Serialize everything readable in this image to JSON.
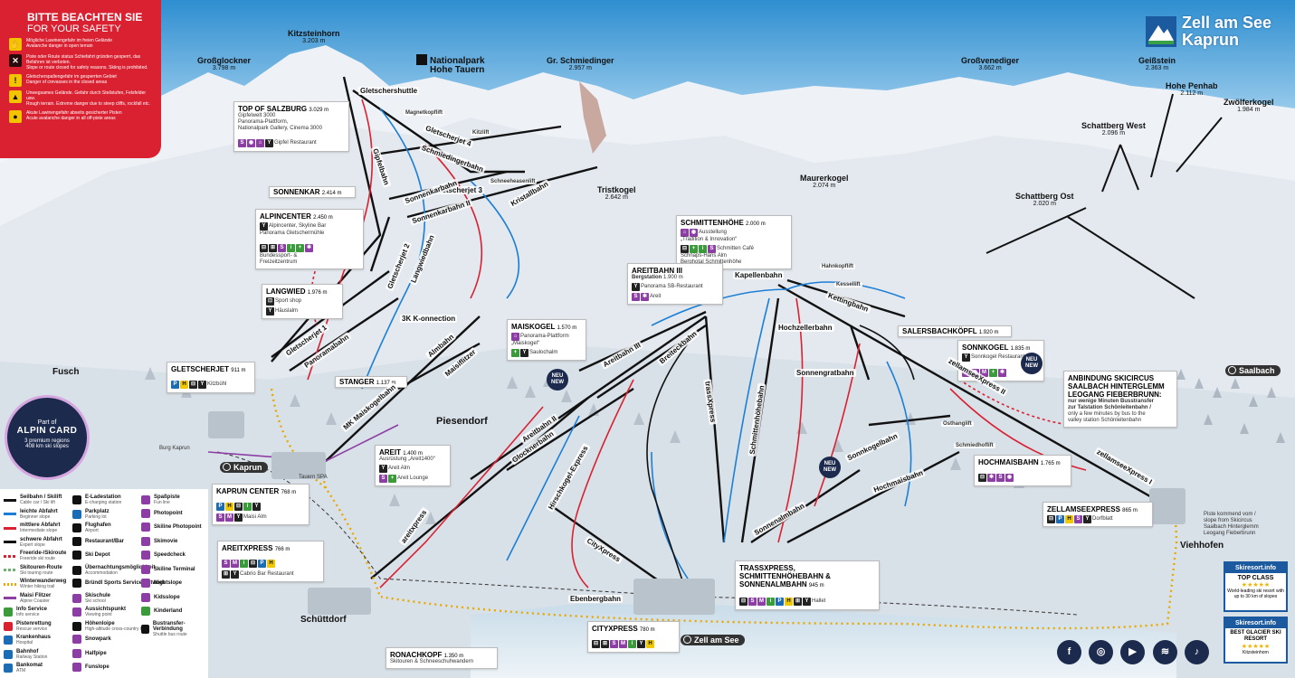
{
  "safety": {
    "title": "BITTE BEACHTEN SIE",
    "subtitle": "FOR YOUR SAFETY",
    "items": [
      {
        "icon": "avalanche-hand-icon",
        "de": "Mögliche Lawinengefahr im freien Gelände",
        "en": "Avalanche danger in open terrain"
      },
      {
        "icon": "closed-piste-icon",
        "de": "Piste oder Route status Schiefahrt gründen gesperrt, das Befahren ist verboten.",
        "en": "Slope or route closed for safety reasons. Skiing is prohibited."
      },
      {
        "icon": "crevasse-warning-icon",
        "de": "Gletscherspaltengefahr im gesperrten Gebiet",
        "en": "Danger of crevasses in the closed areas"
      },
      {
        "icon": "rough-terrain-warning-icon",
        "de": "Unwegsames Gelände. Gefahr durch Steilstufen, Felsfelder usw.",
        "en": "Rough terrain. Extreme danger due to steep cliffs, rockfall etc."
      },
      {
        "icon": "avalanche-alert-icon",
        "de": "Akute Lawinengefahr abseits gesicherter Pisten",
        "en": "Acute avalanche danger in all off-piste areas"
      }
    ]
  },
  "logo": {
    "line1": "Zell am See",
    "line2": "Kaprun"
  },
  "peaks": [
    {
      "name": "Kitzsteinhorn",
      "elev": "3.203 m"
    },
    {
      "name": "Großglockner",
      "elev": "3.798 m"
    },
    {
      "name": "Gr. Schmiedinger",
      "elev": "2.957 m"
    },
    {
      "name": "Großvenediger",
      "elev": "3.662 m"
    },
    {
      "name": "Geißstein",
      "elev": "2.363 m"
    },
    {
      "name": "Hohe Penhab",
      "elev": "2.112 m"
    },
    {
      "name": "Zwölferkogel",
      "elev": "1.984 m"
    },
    {
      "name": "Schattberg West",
      "elev": "2.096 m"
    },
    {
      "name": "Schattberg Ost",
      "elev": "2.020 m"
    },
    {
      "name": "Maurerkogel",
      "elev": "2.074 m"
    },
    {
      "name": "Tristkogel",
      "elev": "2.642 m"
    }
  ],
  "national_park": {
    "line1": "Nationalpark",
    "line2": "Hohe Tauern"
  },
  "boxes": {
    "top_of_salzburg": {
      "title": "TOP OF SALZBURG",
      "elev": "3.029 m",
      "lines": [
        "Gipfelwelt 3000",
        "Panorama-Plattform,",
        "Nationalpark Gallery, Cinema 3000",
        "Gipfel Restaurant"
      ]
    },
    "sonnenkar": {
      "title": "SONNENKAR",
      "elev": "2.414 m"
    },
    "alpincenter": {
      "title": "ALPINCENTER",
      "elev": "2.450 m",
      "lines": [
        "Alpincenter, Skyline Bar",
        "Panorama Gletschermühle",
        "Bundessport- &",
        "Freizeitzentrum"
      ]
    },
    "langwied": {
      "title": "LANGWIED",
      "elev": "1.976 m",
      "lines": [
        "Sport shop",
        "Häuslalm"
      ]
    },
    "gletscherjet": {
      "title": "GLETSCHERJET",
      "elev": "911 m",
      "lines": [
        "Kitzbühl"
      ]
    },
    "stanger": {
      "title": "STANGER",
      "elev": "1.137 m"
    },
    "maiskogel": {
      "title": "MAISKOGEL",
      "elev": "1.570 m",
      "lines": [
        "Panorama-Plattform",
        "„Maiskogel“",
        "Saulochalm"
      ]
    },
    "schmittenhoehe": {
      "title": "SCHMITTENHÖHE",
      "elev": "2.000 m",
      "lines": [
        "Ausstellung",
        "„Tradition & Innovation“",
        "Schmitten Café",
        "Schnaps-Hans Alm",
        "Berghotal Schmittenhöhe"
      ]
    },
    "areitbahn3": {
      "title": "AREITBAHN III",
      "sub": "Bergstation",
      "elev": "1.900 m",
      "lines": [
        "Panorama SB-Restaurant",
        "Areit"
      ]
    },
    "areit": {
      "title": "AREIT",
      "elev": "1.400 m",
      "lines": [
        "Ausrüstung „Areit1400“",
        "Areit Alm",
        "Areit Lounge"
      ]
    },
    "kaprun_center": {
      "title": "KAPRUN CENTER",
      "elev": "768 m",
      "lines": [
        "Maisi Alm"
      ]
    },
    "areitxpress": {
      "title": "AREITXPRESS",
      "elev": "766 m",
      "lines": [
        "Cabrio Bar Restaurant"
      ]
    },
    "salersbach": {
      "title": "SALERSBACHKÖPFL",
      "elev": "1.920 m"
    },
    "sonnkogel": {
      "title": "SONNKOGEL",
      "elev": "1.835 m",
      "lines": [
        "Sonnkogel Restaurant"
      ]
    },
    "hochmaisbahn": {
      "title": "HOCHMAISBAHN",
      "elev": "1.765 m"
    },
    "zellamseexpress": {
      "title": "ZELLAMSEEXPRESS",
      "elev": "865 m",
      "lines": [
        "Dorfblatt"
      ]
    },
    "trassxpress": {
      "title": "TRASSXPRESS, SCHMITTENHÖHEBAHN & SONNENALMBAHN",
      "elev": "945 m",
      "lines": [
        "Hallet"
      ]
    },
    "cityxpress": {
      "title": "CITYXPRESS",
      "elev": "780 m"
    },
    "ronachkopf": {
      "title": "RONACHKOPF",
      "elev": "1.350 m",
      "lines": [
        "Skitouren & Schneeschuhwandern"
      ]
    },
    "anbindung": {
      "title": "ANBINDUNG SKICIRCUS SAALBACH HINTERGLEMM LEOGANG FIEBERBRUNN:",
      "lines": [
        "nur wenige Minuten Busstransfer",
        "zur Talstation Schönleitenbahn /",
        "only a few minutes by bus to the",
        "valley station Schönleitenbahn"
      ]
    }
  },
  "lifts": [
    "Gletschershuttle",
    "Gipfelbahn",
    "Schmiedingerbahn",
    "Gletscherjet 4",
    "Gletscherjet 3",
    "Sonnenkarbahn",
    "Sonnenkarbahn II",
    "Kristallbahn",
    "Langwiedbahn",
    "Gletscherjet 2",
    "Gletscherjet 1",
    "Panoramabahn",
    "3K K-onnection",
    "Almbahn",
    "Maisiflitzer",
    "MK Maiskogelbahn",
    "Areitbahn II",
    "Areitbahn III",
    "Breiteckbahn",
    "Glocknerbahn",
    "Hirschkogel-Express",
    "areitxpress",
    "CityXpress",
    "Ebenbergbahn",
    "Kapellenbahn",
    "Kettingbahn",
    "Hochzellerbahn",
    "Schmittenhöhebahn",
    "trassXpress",
    "Sonnengratbahn",
    "Sonnkogelbahn",
    "Hochmaisbahn",
    "Sonnenalmbahn",
    "zellamseeXpress II",
    "zellamseeXpress I",
    "Hahnkopflift",
    "Osthanglift",
    "Schmiedhoflift",
    "Kessellift",
    "Schneeheasenlift",
    "Magnetkopflift",
    "Kitzlift"
  ],
  "places": [
    "Fusch",
    "Piesendorf",
    "Schüttdorf",
    "Viehhofen",
    "Burg Kaprun",
    "Tauern SPA"
  ],
  "towns": {
    "kaprun": "Kaprun",
    "zell": "Zell am See",
    "saalbach": "Saalbach"
  },
  "neu_label": [
    "NEU",
    "NEW"
  ],
  "alpin_card": {
    "line1": "Part of",
    "line2": "ALPIN CARD",
    "line3": "3 premium regions",
    "line4": "408 km ski slopes"
  },
  "piste_note": "Piste kommend vom / slope from Skicircus Saalbach Hinterglemm Leogang Fieberbrunn",
  "legend": [
    {
      "de": "Seilbahn / Skilift",
      "en": "Cable car / Ski lift",
      "color": "#111111"
    },
    {
      "de": "leichte Abfahrt",
      "en": "Beginner slope",
      "color": "#1c7fd6"
    },
    {
      "de": "mittlere Abfahrt",
      "en": "Intermediate slope",
      "color": "#d92131"
    },
    {
      "de": "schwere Abfahrt",
      "en": "Expert slope",
      "color": "#111111"
    },
    {
      "de": "Freeride-/Skiroute",
      "en": "Freeride ski route",
      "color": "#d92131"
    },
    {
      "de": "Skitouren-Route",
      "en": "Ski touring route",
      "color": "#6fb26f"
    },
    {
      "de": "Winterwanderweg",
      "en": "Winter hiking trail",
      "color": "#e8a800"
    },
    {
      "de": "Maisi Flitzer",
      "en": "Alpine Coaster",
      "color": "#8d3ea5"
    },
    {
      "de": "Info Service",
      "en": "Info service",
      "color": "#3b9b3b"
    },
    {
      "de": "Pistenrettung",
      "en": "Rescue service",
      "color": "#d92131"
    },
    {
      "de": "Krankenhaus",
      "en": "Hospital",
      "color": "#1c6bb5"
    },
    {
      "de": "Bahnhof",
      "en": "Railway Station",
      "color": "#1c6bb5"
    },
    {
      "de": "Bankomat",
      "en": "ATM",
      "color": "#1c6bb5"
    },
    {
      "de": "E-Ladestation",
      "en": "E-charging station",
      "color": "#111111"
    },
    {
      "de": "Parkplatz",
      "en": "Parking lot",
      "color": "#1c6bb5"
    },
    {
      "de": "Flughafen",
      "en": "Airport",
      "color": "#111111"
    },
    {
      "de": "Restaurant/Bar",
      "en": "",
      "color": "#111111"
    },
    {
      "de": "Ski Depot",
      "en": "",
      "color": "#111111"
    },
    {
      "de": "Übernachtungsmöglichkeit",
      "en": "Accommodation",
      "color": "#111111"
    },
    {
      "de": "Bründl Sports Service Network",
      "en": "",
      "color": "#111111"
    },
    {
      "de": "Skischule",
      "en": "Ski school",
      "color": "#8d3ea5"
    },
    {
      "de": "Aussichtspunkt",
      "en": "Viewing point",
      "color": "#8d3ea5"
    },
    {
      "de": "Höhenloipe",
      "en": "High-altitude cross-country trail",
      "color": "#111111"
    },
    {
      "de": "Snowpark",
      "en": "",
      "color": "#8d3ea5"
    },
    {
      "de": "Halfpipe",
      "en": "",
      "color": "#8d3ea5"
    },
    {
      "de": "Funslope",
      "en": "",
      "color": "#8d3ea5"
    },
    {
      "de": "Spaßpiste",
      "en": "Fun line",
      "color": "#8d3ea5"
    },
    {
      "de": "Photopoint",
      "en": "",
      "color": "#8d3ea5"
    },
    {
      "de": "Skiline Photopoint",
      "en": "",
      "color": "#8d3ea5"
    },
    {
      "de": "Skimovie",
      "en": "",
      "color": "#8d3ea5"
    },
    {
      "de": "Speedcheck",
      "en": "",
      "color": "#8d3ea5"
    },
    {
      "de": "Skiline Terminal",
      "en": "",
      "color": "#8d3ea5"
    },
    {
      "de": "Nightslope",
      "en": "",
      "color": "#8d3ea5"
    },
    {
      "de": "Kidsslope",
      "en": "",
      "color": "#8d3ea5"
    },
    {
      "de": "Kinderland",
      "en": "",
      "color": "#3b9b3b"
    },
    {
      "de": "Bustransfer-Verbindung",
      "en": "Shuttle bus route",
      "color": "#111111"
    }
  ],
  "badges": [
    {
      "brand": "Skiresort.info",
      "title": "TOP CLASS",
      "text": "World-leading ski resort with up to 30 km of slopes"
    },
    {
      "brand": "Skiresort.info",
      "title": "BEST GLACIER SKI RESORT",
      "text": "Kitzsteinhorn"
    }
  ],
  "social": [
    {
      "icon": "facebook-icon",
      "glyph": "f"
    },
    {
      "icon": "instagram-icon",
      "glyph": "◎"
    },
    {
      "icon": "youtube-icon",
      "glyph": "▶"
    },
    {
      "icon": "wifi-icon",
      "glyph": "≋"
    },
    {
      "icon": "tiktok-icon",
      "glyph": "♪"
    }
  ]
}
